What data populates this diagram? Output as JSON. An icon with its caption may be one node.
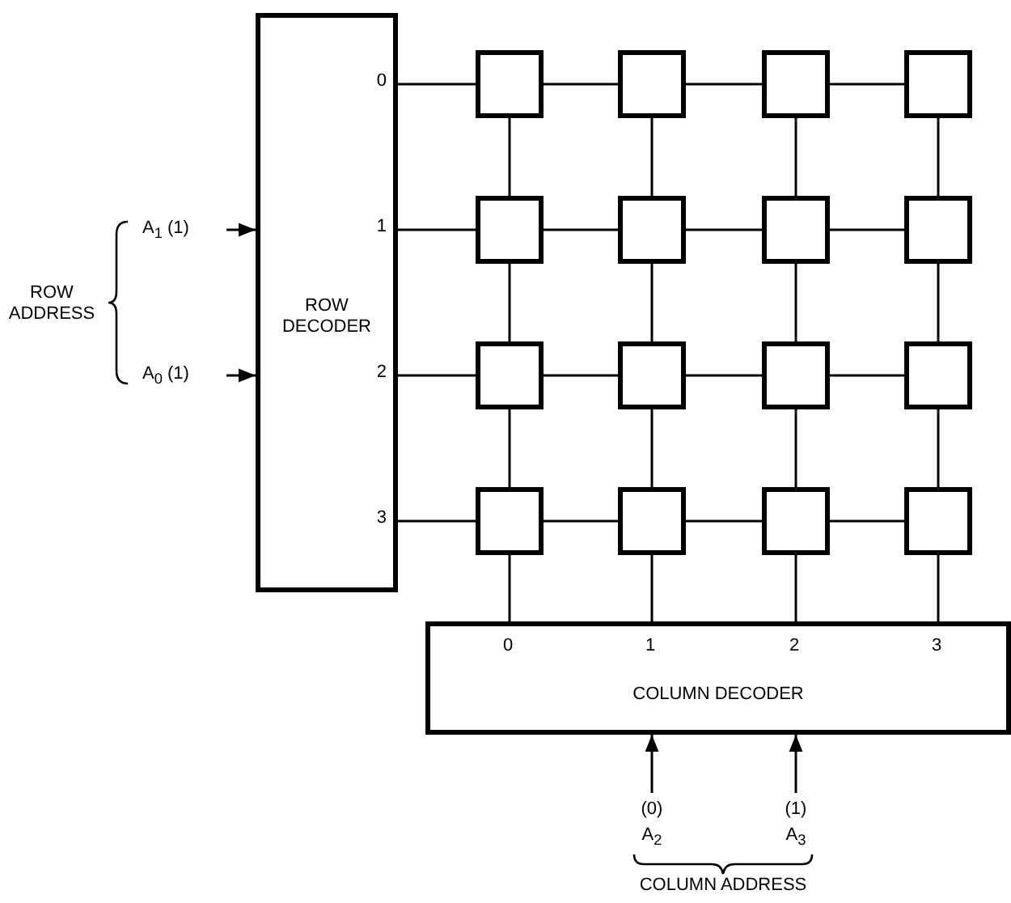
{
  "diagram": {
    "nodes": [
      {
        "text": [
          "ROW DECODER",
          "0",
          "1",
          "2",
          "3"
        ]
      },
      {
        "text": [
          "0",
          "1",
          "2",
          "3",
          "COLUMN DECODER"
        ]
      },
      {
        "text": [],
        "shape": "box"
      },
      {
        "text": [],
        "shape": "box"
      },
      {
        "text": [],
        "shape": "box"
      },
      {
        "text": [],
        "shape": "box"
      },
      {
        "text": [],
        "shape": "box"
      },
      {
        "text": [],
        "shape": "box"
      },
      {
        "text": [],
        "shape": "box"
      },
      {
        "text": [],
        "shape": "box"
      },
      {
        "text": [],
        "shape": "box"
      },
      {
        "text": [],
        "shape": "box"
      },
      {
        "text": [],
        "shape": "box"
      },
      {
        "text": [],
        "shape": "box"
      },
      {
        "text": [],
        "shape": "box"
      },
      {
        "text": [],
        "shape": "box"
      },
      {
        "text": [],
        "shape": "box"
      },
      {
        "text": [],
        "shape": "box"
      },
      {
        "text": [
          "A$_{1}$ (1)"
        ]
      },
      {
        "text": [
          "A$_{0}$ (1)"
        ]
      },
      {
        "text": [
          "(0) A$_{2}$"
        ]
      },
      {
        "text": [
          "(1) A$_{3}$"
        ]
      }
    ],
    "edges": [
      {
        "from": 0,
        "to": 2,
        "arrow": "none"
      },
      {
        "from": 2,
        "to": 3,
        "arrow": "none"
      },
      {
        "from": 3,
        "to": 4,
        "arrow": "none"
      },
      {
        "from": 4,
        "to": 5,
        "arrow": "none"
      },
      {
        "from": 0,
        "to": 6,
        "arrow": "none"
      },
      {
        "from": 6,
        "to": 7,
        "arrow": "none"
      },
      {
        "from": 7,
        "to": 8,
        "arrow": "none"
      },
      {
        "from": 8,
        "to": 9,
        "arrow": "none"
      },
      {
        "from": 0,
        "to": 10,
        "arrow": "none"
      },
      {
        "from": 10,
        "to": 11,
        "arrow": "none"
      },
      {
        "from": 11,
        "to": 12,
        "arrow": "none"
      },
      {
        "from": 12,
        "to": 13,
        "arrow": "none"
      },
      {
        "from": 0,
        "to": 14,
        "arrow": "none"
      },
      {
        "from": 14,
        "to": 15,
        "arrow": "none"
      },
      {
        "from": 15,
        "to": 16,
        "arrow": "none"
      },
      {
        "from": 16,
        "to": 17,
        "arrow": "none"
      },
      {
        "from": 2,
        "to": 6,
        "arrow": "none"
      },
      {
        "from": 6,
        "to": 10,
        "arrow": "none"
      },
      {
        "from": 10,
        "to": 14,
        "arrow": "none"
      },
      {
        "from": 14,
        "to": 1,
        "arrow": "none"
      },
      {
        "from": 3,
        "to": 7,
        "arrow": "none"
      },
      {
        "from": 7,
        "to": 11,
        "arrow": "none"
      },
      {
        "from": 11,
        "to": 15,
        "arrow": "none"
      },
      {
        "from": 15,
        "to": 1,
        "arrow": "none"
      },
      {
        "from": 4,
        "to": 8,
        "arrow": "none"
      },
      {
        "from": 8,
        "to": 12,
        "arrow": "none"
      },
      {
        "from": 12,
        "to": 16,
        "arrow": "none"
      },
      {
        "from": 16,
        "to": 1,
        "arrow": "none"
      },
      {
        "from": 5,
        "to": 9,
        "arrow": "none"
      },
      {
        "from": 9,
        "to": 13,
        "arrow": "none"
      },
      {
        "from": 13,
        "to": 17,
        "arrow": "none"
      },
      {
        "from": 17,
        "to": 1,
        "arrow": "none"
      },
      {
        "from": 18,
        "to": 0,
        "arrow": "to"
      },
      {
        "from": 19,
        "to": 0,
        "arrow": "to"
      },
      {
        "from": 20,
        "to": 1,
        "arrow": "to"
      },
      {
        "from": 21,
        "to": 1,
        "arrow": "to"
      }
    ],
    "labels": [
      "ROW ADDRESS",
      "COLUMN ADDRESS"
    ]
  }
}
